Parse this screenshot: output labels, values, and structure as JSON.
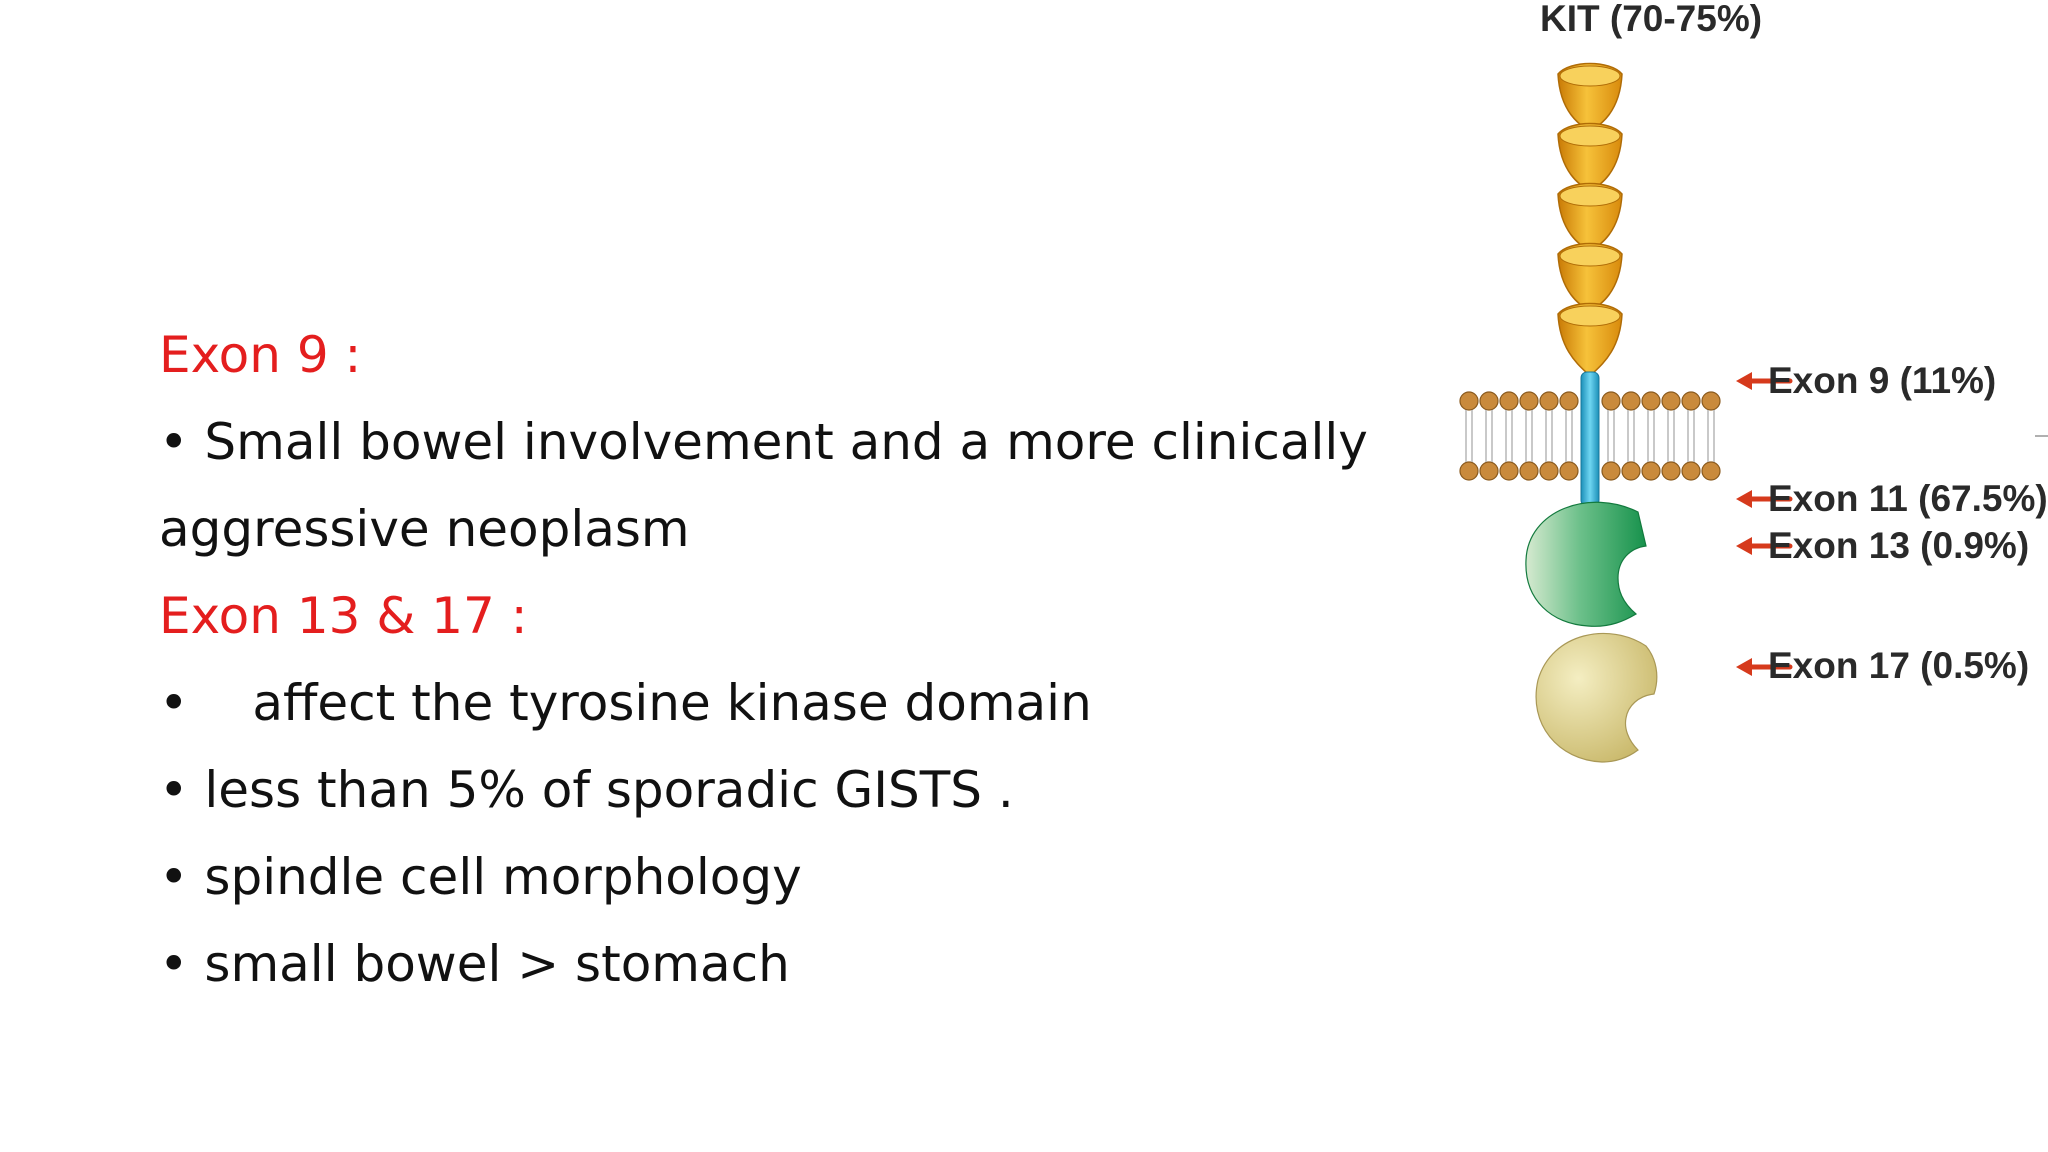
{
  "slide": {
    "exon9_heading": "Exon 9 :",
    "exon9_points": [
      "Small bowel involvement and a more clinically",
      "aggressive neoplasm"
    ],
    "exon13_17_heading": "Exon 13 & 17 :",
    "exon13_17_points": [
      "affect the tyrosine kinase domain",
      "less than 5% of sporadic GISTS .",
      "spindle cell morphology",
      "small bowel > stomach"
    ],
    "bullet": "•"
  },
  "figure": {
    "title": "KIT (70-75%)",
    "labels": [
      "Exon 9 (11%)",
      "Exon 11 (67.5%)",
      "Exon 13 (0.9%)",
      "Exon 17 (0.5%)"
    ],
    "colors": {
      "heading_red": "#e41e1e",
      "arrow_red": "#d63a1c",
      "gold_domain": "#f0ae1e",
      "transmembrane_blue": "#2fb4d8",
      "kinase_green": "#1f9a55",
      "kinase_tan": "#d6c884"
    }
  }
}
